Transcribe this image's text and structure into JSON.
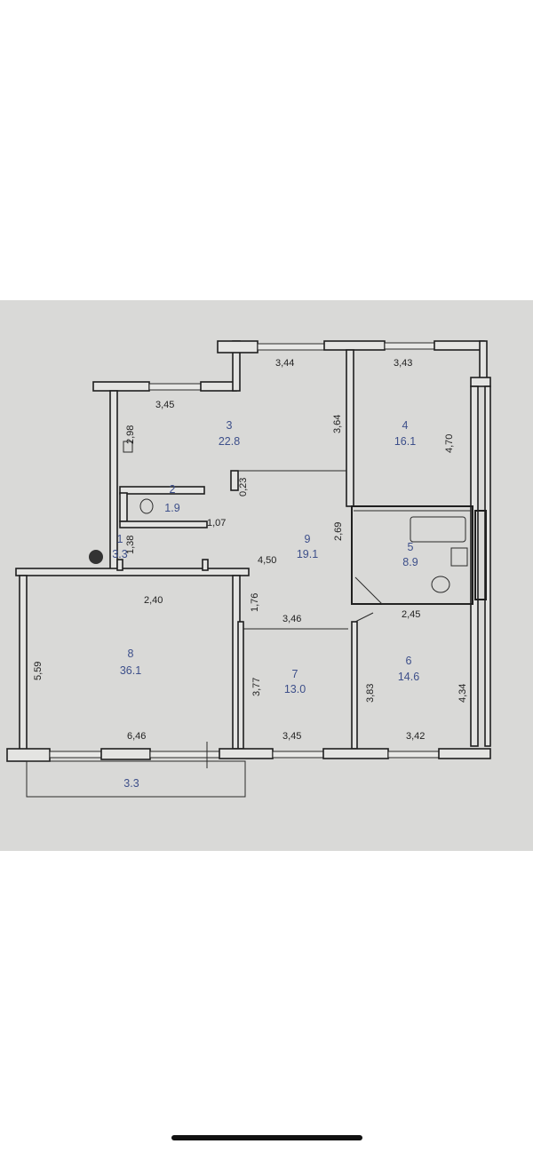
{
  "plan": {
    "rooms": [
      {
        "number": "1",
        "area": "3.3"
      },
      {
        "number": "2",
        "area": "1.9"
      },
      {
        "number": "3",
        "area": "22.8"
      },
      {
        "number": "4",
        "area": "16.1"
      },
      {
        "number": "5",
        "area": "8.9"
      },
      {
        "number": "6",
        "area": "14.6"
      },
      {
        "number": "7",
        "area": "13.0"
      },
      {
        "number": "8",
        "area": "36.1"
      },
      {
        "number": "9",
        "area": "19.1"
      }
    ],
    "balcony_area": "3.3",
    "dimensions": {
      "d345_top": "3,45",
      "d344": "3,44",
      "d343": "3,43",
      "d298": "2,98",
      "d364": "3,64",
      "d470": "4,70",
      "d107": "1,07",
      "d023": "0,23",
      "d269": "2,69",
      "d138": "1,38",
      "d240": "2,40",
      "d450": "4,50",
      "d176": "1,76",
      "d346": "3,46",
      "d245": "2,45",
      "d559": "5,59",
      "d377": "3,77",
      "d383": "3,83",
      "d434": "4,34",
      "d646": "6,46",
      "d345_bottom": "3,45",
      "d342": "3,42"
    }
  }
}
